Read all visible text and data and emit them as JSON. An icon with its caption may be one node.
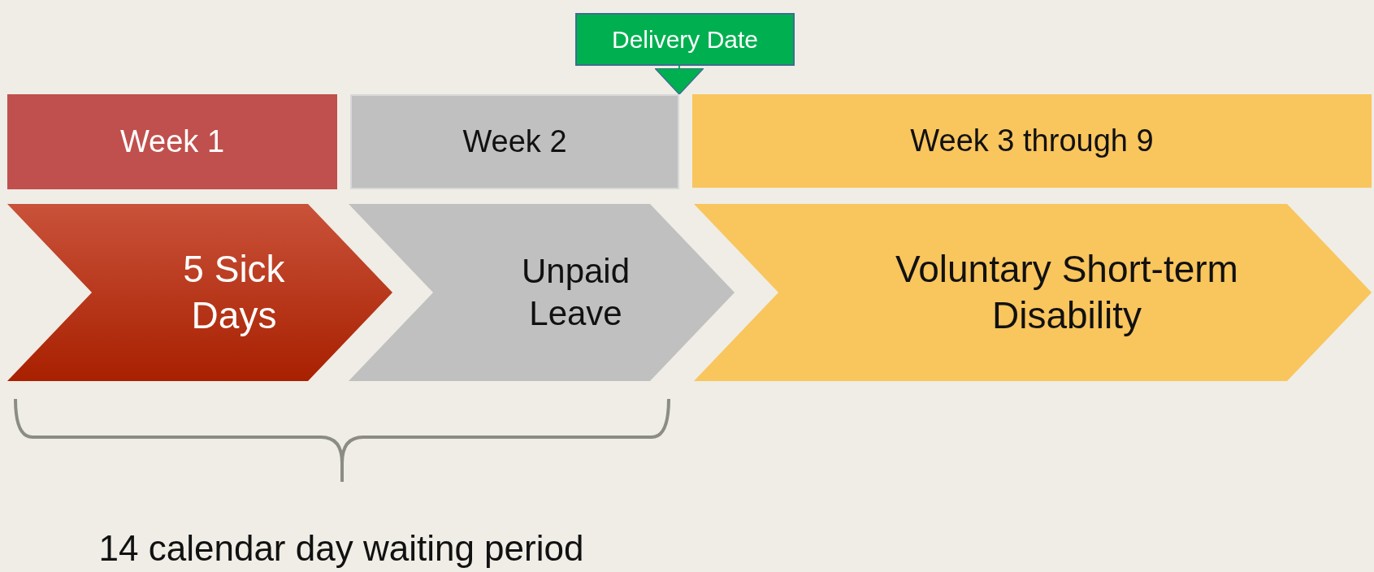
{
  "diagram": {
    "nodes": [
      {
        "text": [
          "Week 1"
        ]
      },
      {
        "text": [
          "Week 2"
        ]
      },
      {
        "text": [
          "Week 3 through 9"
        ]
      },
      {
        "text": [
          "5 Sick Days"
        ]
      },
      {
        "text": [
          "Unpaid Leave"
        ]
      },
      {
        "text": [
          "Voluntary Short-term Disability"
        ]
      },
      {
        "text": [
          "Delivery Date"
        ]
      }
    ],
    "edges": [
      {
        "from": 6,
        "to": 1,
        "arrow": "to"
      }
    ],
    "labels": [
      "14 calendar day waiting period"
    ]
  }
}
